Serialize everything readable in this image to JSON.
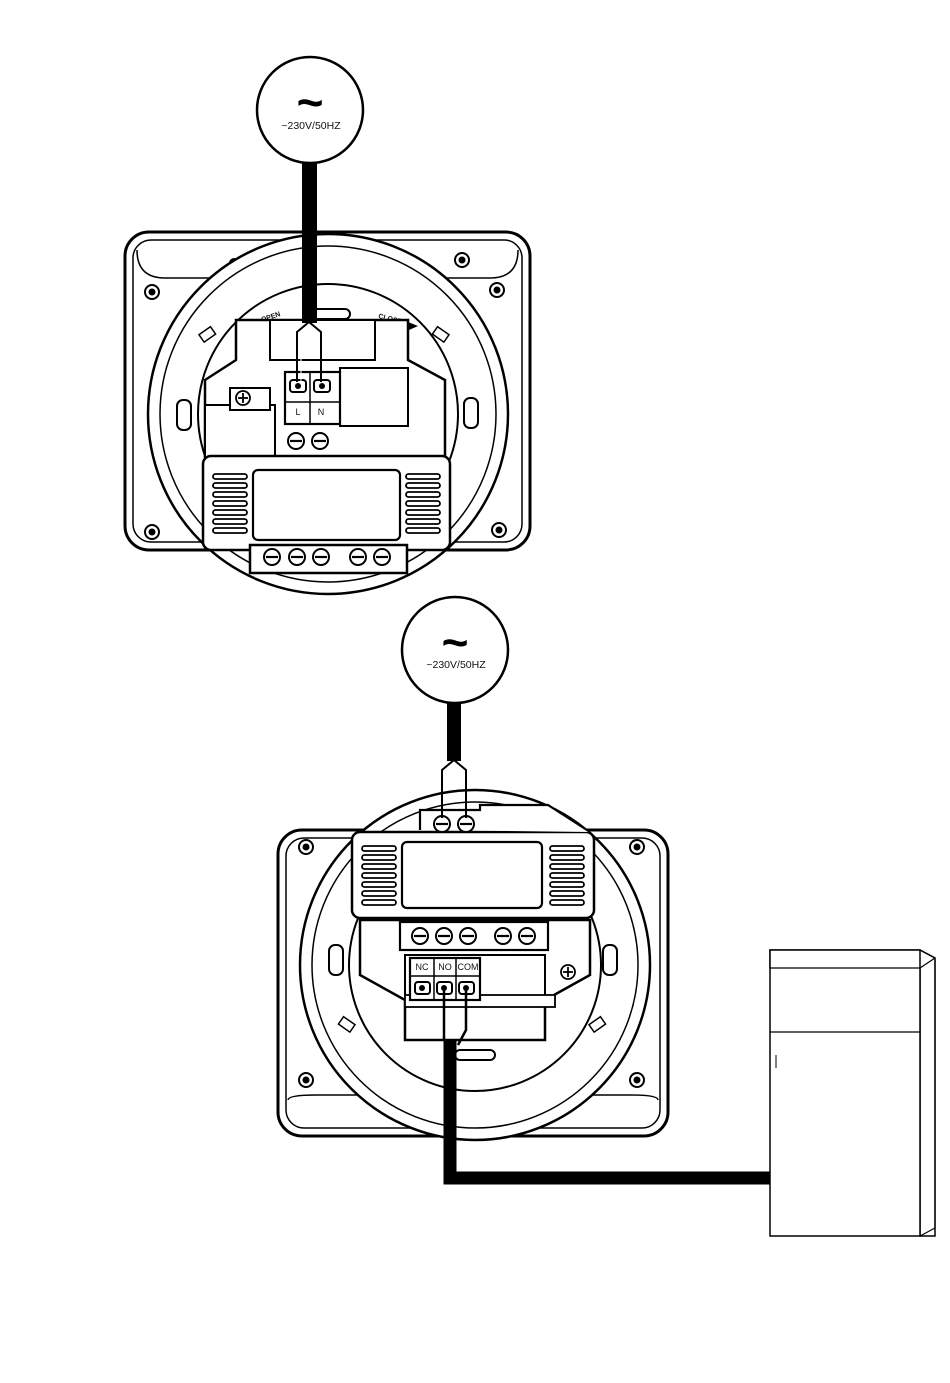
{
  "diagrams": {
    "top": {
      "power": {
        "symbol": "~",
        "rating": "~230V/50HZ"
      },
      "terminals": {
        "L": "L",
        "N": "N"
      },
      "embossed": {
        "open": "OPEN",
        "close": "CLOSE"
      }
    },
    "bottom": {
      "power": {
        "symbol": "~",
        "rating": "~230V/50HZ"
      },
      "terminals": {
        "NC": "NC",
        "NO": "NO",
        "COM": "COM"
      }
    }
  },
  "colors": {
    "line": "#000000",
    "background": "#ffffff"
  }
}
